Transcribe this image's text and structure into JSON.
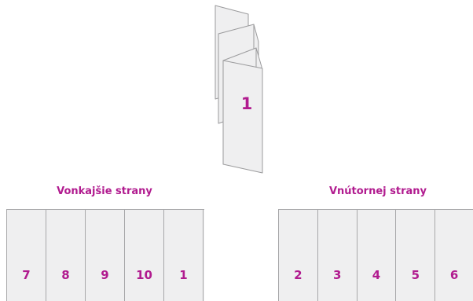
{
  "diagram": {
    "front_page_number": "1",
    "outside_pages_title": "Vonkajšie strany",
    "inside_pages_title": "Vnútornej strany",
    "outside_pages": [
      "7",
      "8",
      "9",
      "10",
      "1"
    ],
    "inside_pages": [
      "2",
      "3",
      "4",
      "5",
      "6"
    ]
  }
}
